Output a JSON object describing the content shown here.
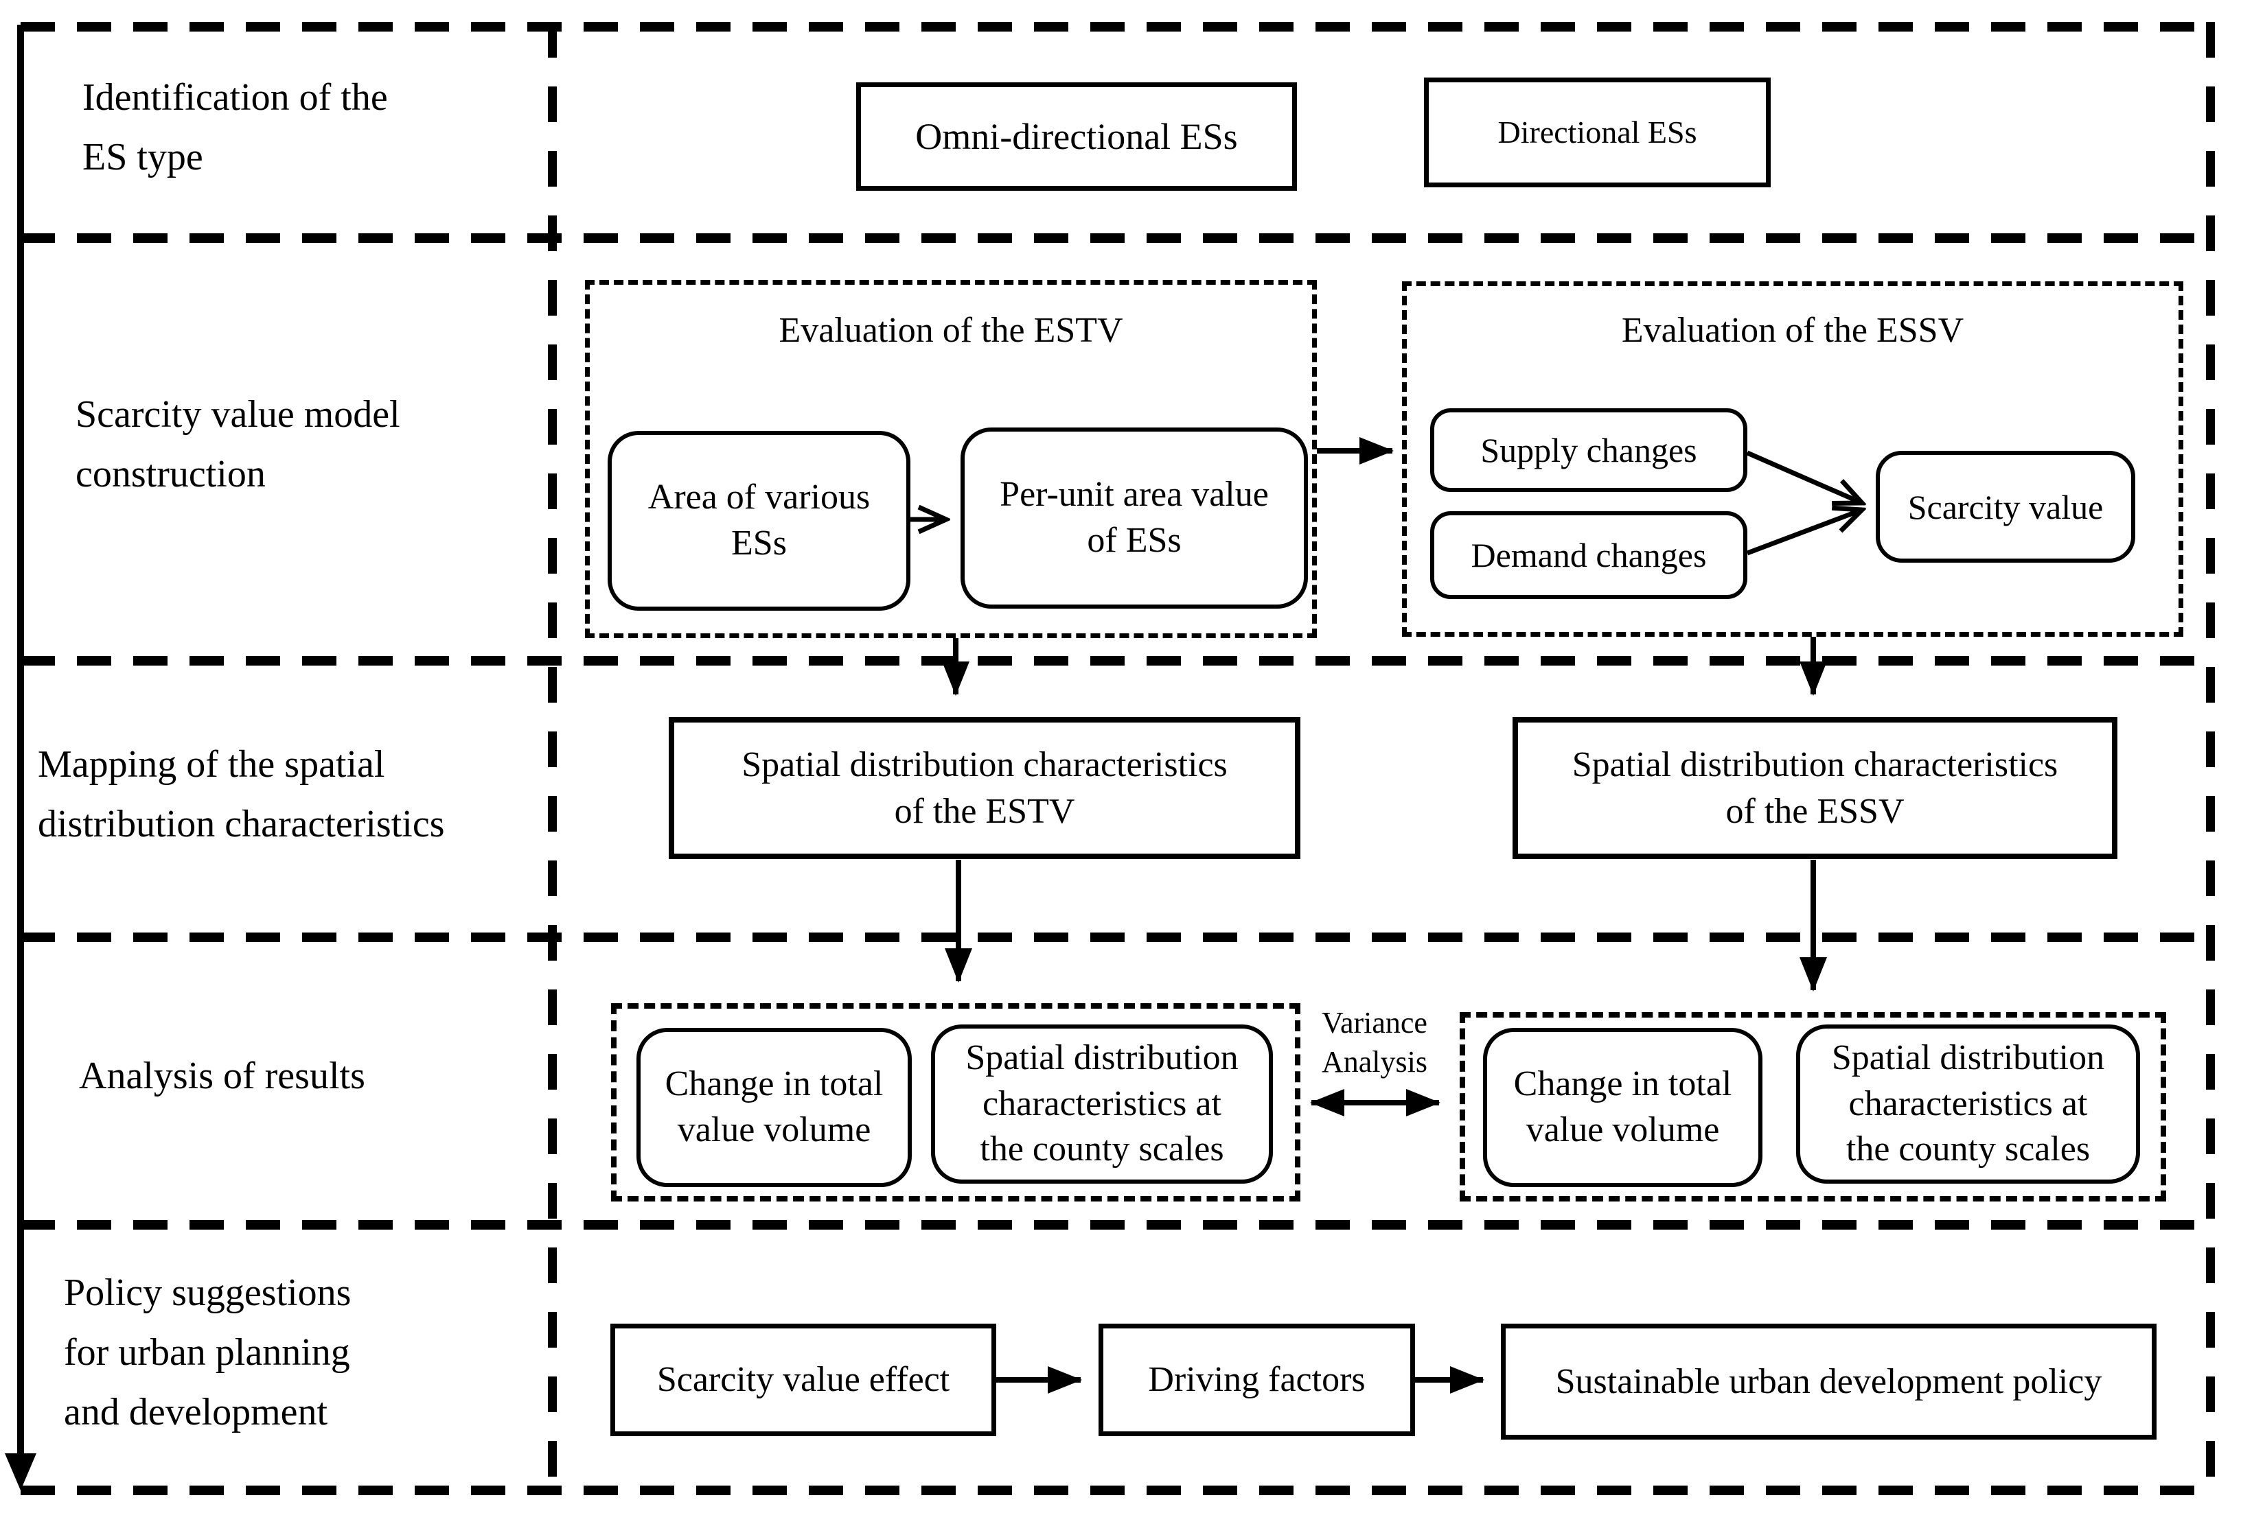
{
  "colors": {
    "ink": "#000000",
    "background": "#ffffff"
  },
  "diagram": {
    "row_labels": [
      {
        "label": "Identification of the\nES type"
      },
      {
        "label": "Scarcity value model\nconstruction"
      },
      {
        "label": "Mapping of the spatial\ndistribution characteristics"
      },
      {
        "label": "Analysis of results"
      },
      {
        "label": "Policy suggestions\nfor urban planning\nand development"
      }
    ],
    "es_type_row": {
      "omni_box": "Omni-directional ESs",
      "directional_box": "Directional ESs"
    },
    "model_row": {
      "estv": {
        "title": "Evaluation of the ESTV",
        "area_box": "Area of various\nESs",
        "per_unit_box": "Per-unit area value\nof ESs"
      },
      "essv": {
        "title": "Evaluation of the ESSV",
        "supply_box": "Supply changes",
        "demand_box": "Demand changes",
        "scarcity_box": "Scarcity value"
      }
    },
    "mapping_row": {
      "estv_box": "Spatial distribution characteristics\nof the ESTV",
      "essv_box": "Spatial distribution characteristics\nof the ESSV"
    },
    "analysis_row": {
      "variance_label": "Variance\nAnalysis",
      "estv_group": {
        "change_box": "Change in total\nvalue volume",
        "spatial_box": "Spatial distribution\ncharacteristics at\nthe county scales"
      },
      "essv_group": {
        "change_box": "Change in total\nvalue volume",
        "spatial_box": "Spatial distribution\ncharacteristics at\nthe county scales"
      }
    },
    "policy_row": {
      "scarcity_effect_box": "Scarcity value effect",
      "driving_factors_box": "Driving factors",
      "policy_box": "Sustainable urban development policy"
    }
  }
}
